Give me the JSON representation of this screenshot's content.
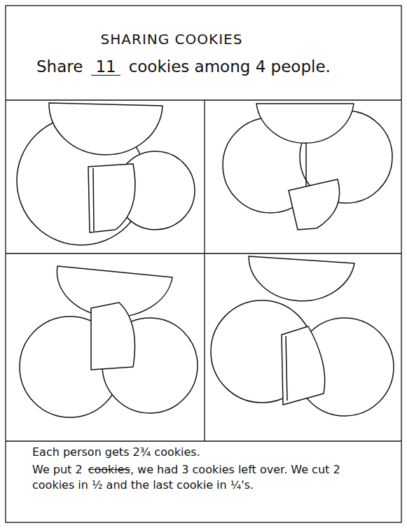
{
  "diagram": {
    "title": "SHARING COOKIES",
    "labels": [
      "Share",
      "11",
      "cookies among 4 people.",
      "Each person gets 2¾ cookies.",
      "We put 2",
      "cookies",
      ", we had 3 cookies left over. We cut 2 cookies in ½ and the last cookie in ¼'s."
    ]
  }
}
